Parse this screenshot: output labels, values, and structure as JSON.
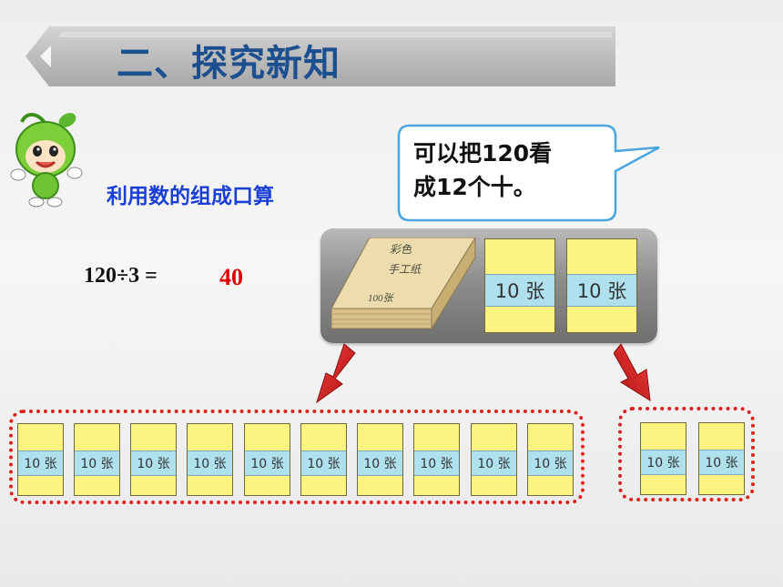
{
  "section_title": "二、探究新知",
  "subtitle": "利用数的组成口算",
  "equation": "120÷3 =",
  "answer": "40",
  "speech_bubble": {
    "line1": "可以把120看",
    "line2": "成12个十。"
  },
  "paper_pack": {
    "line1": "彩色",
    "line2": "手工纸",
    "line3": "100张"
  },
  "stack_label": "10 张",
  "panel_stacks": [
    "10 张",
    "10 张"
  ],
  "left_group_stacks": [
    "10 张",
    "10 张",
    "10 张",
    "10 张",
    "10 张",
    "10 张",
    "10 张",
    "10 张",
    "10 张",
    "10 张"
  ],
  "right_group_stacks": [
    "10 张",
    "10 张"
  ],
  "colors": {
    "title": "#1b4f8f",
    "subtitle": "#1a3fd6",
    "answer": "#e00000",
    "stack_yellow": "#fdf380",
    "stack_band": "#aee0ee",
    "group_border": "#e02020"
  }
}
